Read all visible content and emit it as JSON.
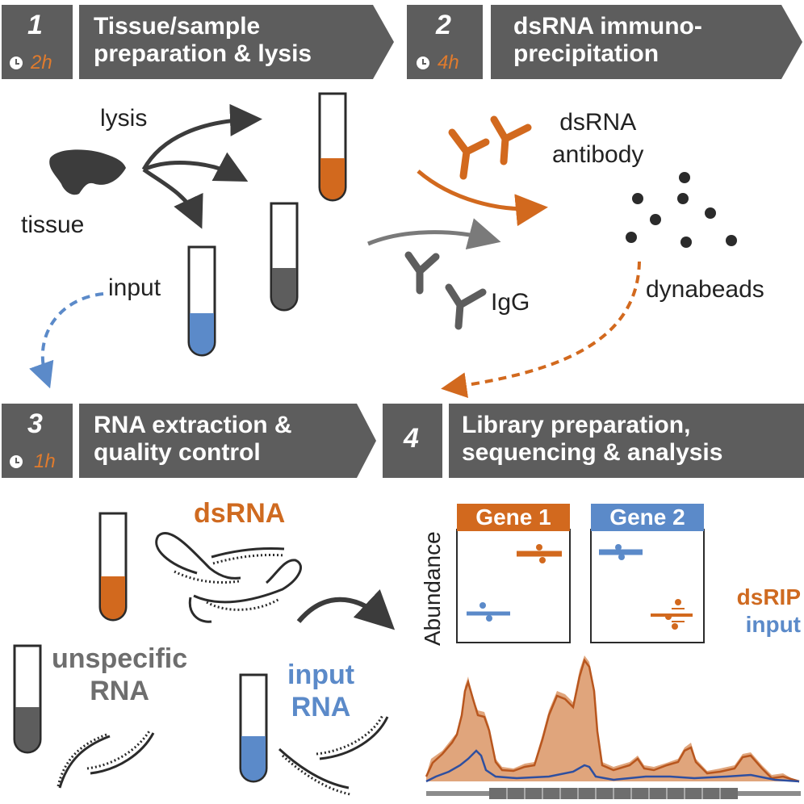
{
  "steps": [
    {
      "number": "1",
      "time": "2h",
      "title": "Tissue/sample\npreparation & lysis"
    },
    {
      "number": "2",
      "time": "4h",
      "title": "dsRNA immuno-\nprecipitation"
    },
    {
      "number": "3",
      "time": "1h",
      "title": "RNA extraction &\nquality control"
    },
    {
      "number": "4",
      "time": "",
      "title": "Library preparation,\nsequencing & analysis"
    }
  ],
  "labels": {
    "lysis": "lysis",
    "tissue": "tissue",
    "input": "input",
    "dsrna_antibody": "dsRNA\nantibody",
    "igg": "IgG",
    "dynabeads": "dynabeads",
    "dsrna": "dsRNA",
    "unspecific_rna": "unspecific\nRNA",
    "input_rna": "input\nRNA"
  },
  "plot": {
    "ylabel": "Abundance",
    "genes": [
      "Gene 1",
      "Gene 2"
    ],
    "legend": {
      "dsrip": "dsRIP",
      "input": "input"
    }
  },
  "colors": {
    "banner": "#5d5d5d",
    "orange": "#cf6a20",
    "blue": "#5b8ac9",
    "dark": "#3c3c3c",
    "track_orange": "#b8561e",
    "track_blue": "#2e4fa0"
  }
}
